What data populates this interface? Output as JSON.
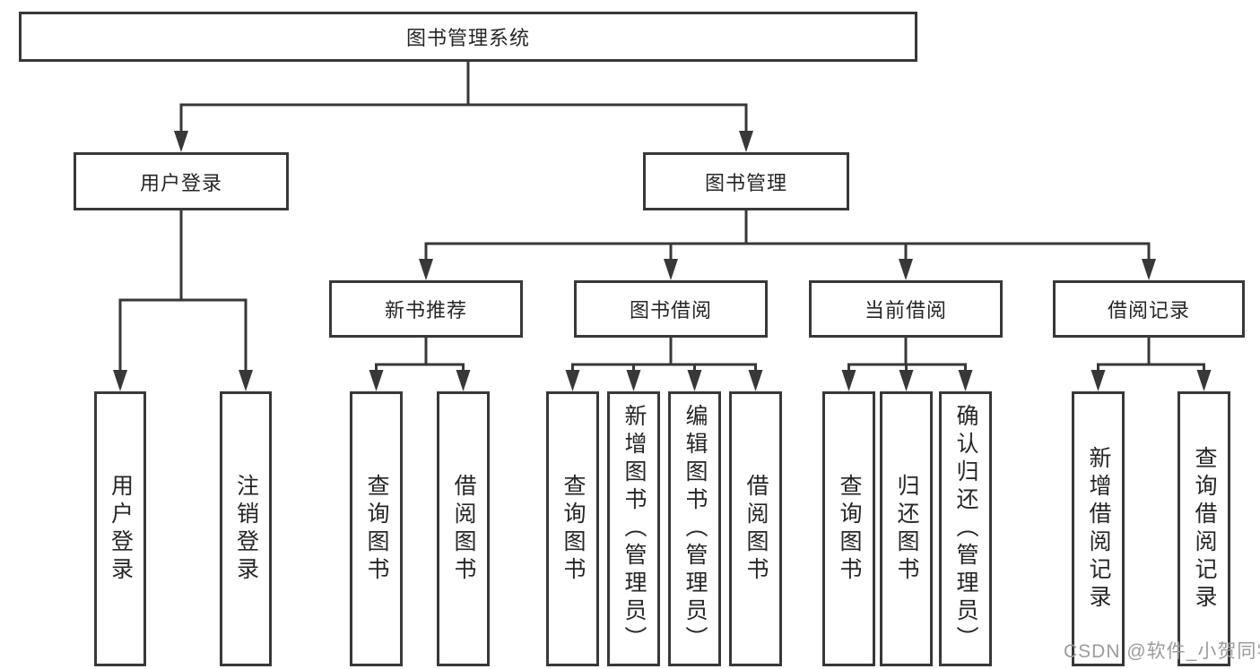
{
  "colors": {
    "background": "#ffffff",
    "line": "#383838",
    "box_border": "#383838",
    "box_fill": "#ffffff",
    "text": "#262626",
    "watermark": "#9c9c9c"
  },
  "watermark": {
    "text": "CSDN @软件_小贺同学"
  },
  "tree": {
    "root": {
      "label": "图书管理系统"
    },
    "children": [
      {
        "label": "用户登录",
        "children": [
          {
            "label": "用户登录"
          },
          {
            "label": "注销登录"
          }
        ]
      },
      {
        "label": "图书管理",
        "children": [
          {
            "label": "新书推荐",
            "children": [
              {
                "label": "查询图书"
              },
              {
                "label": "借阅图书"
              }
            ]
          },
          {
            "label": "图书借阅",
            "children": [
              {
                "label": "查询图书"
              },
              {
                "label": "新增图书（管理员）"
              },
              {
                "label": "编辑图书（管理员）"
              },
              {
                "label": "借阅图书"
              }
            ]
          },
          {
            "label": "当前借阅",
            "children": [
              {
                "label": "查询图书"
              },
              {
                "label": "归还图书"
              },
              {
                "label": "确认归还（管理员）"
              }
            ]
          },
          {
            "label": "借阅记录",
            "children": [
              {
                "label": "新增借阅记录"
              },
              {
                "label": "查询借阅记录"
              }
            ]
          }
        ]
      }
    ]
  }
}
